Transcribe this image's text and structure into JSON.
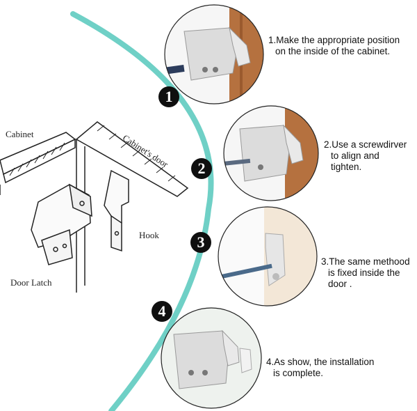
{
  "labels": {
    "cabinet": "Cabinet",
    "cabinet_door": "Cabinet's door",
    "hook": "Hook",
    "door_latch": "Door Latch"
  },
  "steps": [
    {
      "number": "1",
      "lines": [
        "1.Make the appropriate position",
        "on the inside of the cabinet."
      ]
    },
    {
      "number": "2",
      "lines": [
        "2.Use a screwdirver",
        "to align and",
        "tighten."
      ]
    },
    {
      "number": "3",
      "lines": [
        "3.The same methood",
        "is fixed inside the",
        "door ."
      ]
    },
    {
      "number": "4",
      "lines": [
        "4.As show, the installation",
        "is complete."
      ]
    }
  ],
  "colors": {
    "arc": "#6fd0c6",
    "badge": "#0f0f0f",
    "wood": "#b5713f",
    "latch": "#d9d9d9"
  }
}
